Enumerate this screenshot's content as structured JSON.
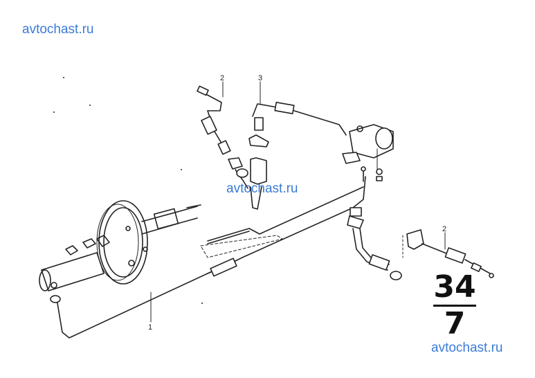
{
  "watermarks": {
    "top": "avtochast.ru",
    "middle": "avtochast.ru",
    "bottom": "avtochast.ru"
  },
  "section": {
    "group": "34",
    "subgroup": "7"
  },
  "callouts": {
    "line_1": "1",
    "hose_2_top": "2",
    "hose_3": "3",
    "hose_2_right": "2"
  },
  "colors": {
    "watermark": "#3a7bd5",
    "ink": "#222222"
  }
}
